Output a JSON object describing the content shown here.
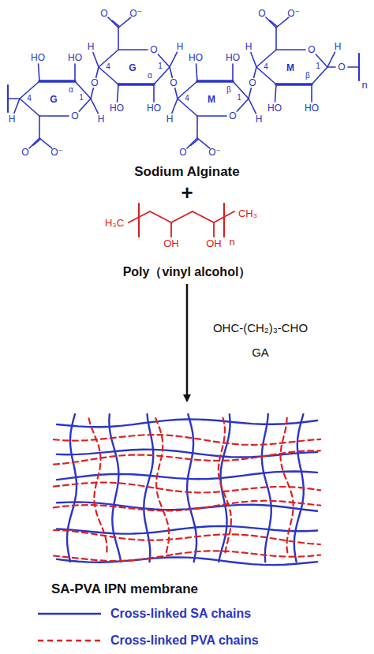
{
  "diagram": {
    "labels": [
      "G",
      "4",
      "1",
      "α",
      "O",
      "H",
      "H",
      "HO",
      "HO",
      "O",
      "O⁻",
      "G",
      "4",
      "1",
      "α",
      "O",
      "H",
      "H",
      "HO",
      "HO",
      "O",
      "O⁻",
      "M",
      "4",
      "1",
      "β",
      "O",
      "H",
      "H",
      "HO",
      "HO",
      "O",
      "O⁻",
      "M",
      "4",
      "1",
      "β",
      "O",
      "H",
      "H",
      "HO",
      "HO",
      "O",
      "O⁻",
      "O",
      "O",
      "O",
      "O",
      "n",
      "Sodium Alginate",
      "+",
      "H₃C",
      "OH",
      "OH",
      "CH₃",
      "n",
      "Poly（vinyl alcohol）",
      "OHC-(CH₂)₃-CHO",
      "GA",
      "SA-PVA IPN membrane"
    ],
    "legend": [
      {
        "text": "Cross-linked SA chains"
      },
      {
        "text": "Cross-linked PVA chains"
      }
    ]
  }
}
